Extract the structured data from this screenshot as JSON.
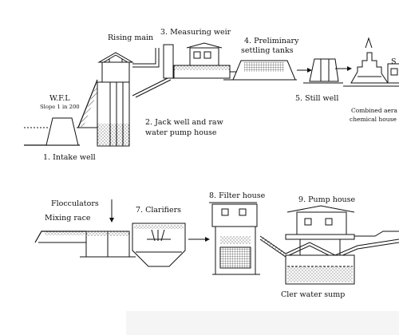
{
  "labels": {
    "rising_main": "Rising main",
    "measuring_weir": "3. Measuring weir",
    "preliminary_settling_1": "4. Preliminary",
    "preliminary_settling_2": "settling tanks",
    "wfl": "W.F.L",
    "slope": "Slope 1 in 200",
    "jack_well_1": "2. Jack well and raw",
    "jack_well_2": "water pump house",
    "intake_well": "1. Intake well",
    "still_well": "5. Still well",
    "combined_aeration_1": "Combined aera",
    "combined_aeration_2": "chemical house",
    "cut_s": "S",
    "flocculators": "Flocculators",
    "mixing_race": "Mixing race",
    "clarifiers": "7. Clarifiers",
    "filter_house": "8. Filter house",
    "pump_house": "9. Pump house",
    "clear_water_sump": "Cler water sump"
  },
  "colors": {
    "ink": "#111111",
    "water_dots": "#555555",
    "background": "#ffffff"
  }
}
